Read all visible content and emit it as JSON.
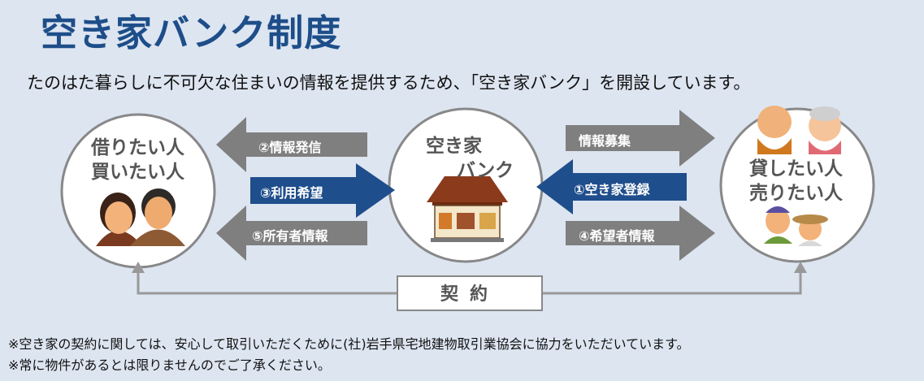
{
  "title": "空き家バンク制度",
  "intro": "たのはた暮らしに不可欠な住まいの情報を提供するため、「空き家バンク」を開設しています。",
  "left_party": {
    "line1": "借りたい人",
    "line2": "買いたい人"
  },
  "center": {
    "line1": "空き家",
    "line2": "バンク"
  },
  "right_party": {
    "line1": "貸したい人",
    "line2": "売りたい人"
  },
  "arrows": {
    "info_send": "②情報発信",
    "use_request": "③利用希望",
    "owner_info": "⑤所有者情報",
    "info_collect": "情報募集",
    "register": "①空き家登録",
    "applicant_info": "④希望者情報"
  },
  "contract": "契約",
  "notes": [
    "※空き家の契約に関しては、安心して取引いただくために(社)岩手県宅地建物取引業協会に協力をいただいています。",
    "※常に物件があるとは限りませんのでご了承ください。"
  ],
  "colors": {
    "title": "#1d4e89",
    "arrow_gray": "#7f7f7f",
    "arrow_blue": "#1f4e8c",
    "background": "#dde5f1"
  }
}
